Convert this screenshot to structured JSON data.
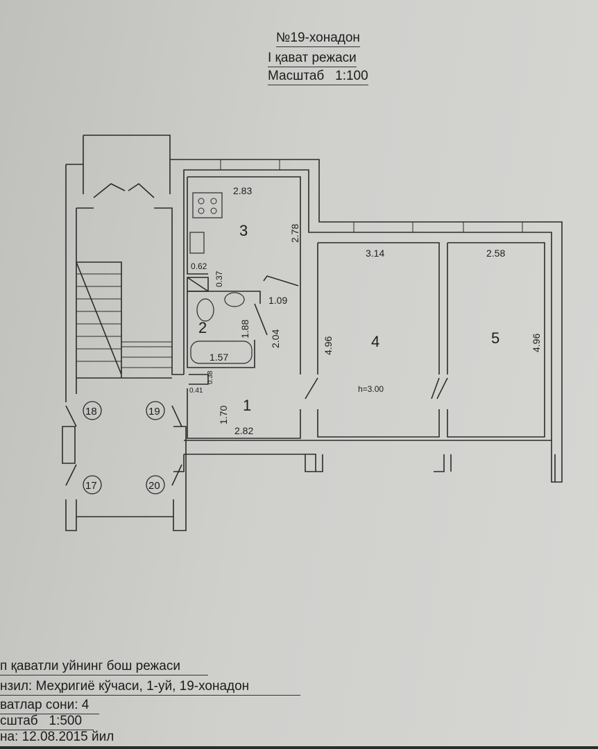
{
  "header": {
    "line1": "№19-хонадон",
    "line2": "I қават режаси",
    "line3_label": "Масштаб",
    "line3_value": "1:100"
  },
  "rooms": [
    {
      "number": "3",
      "dims": [
        "2.83",
        "2.78"
      ]
    },
    {
      "number": "2",
      "dims": [
        "1.88",
        "2.04",
        "1.57"
      ]
    },
    {
      "number": "1",
      "dims": [
        "1.70",
        "2.82"
      ]
    },
    {
      "number": "4",
      "dims": [
        "3.14",
        "4.96"
      ],
      "height": "h=3.00"
    },
    {
      "number": "5",
      "dims": [
        "2.58",
        "4.96"
      ]
    }
  ],
  "small_dims": [
    "0.62",
    "0.37",
    "1.09",
    "0.38",
    "0.41"
  ],
  "apartment_markers": [
    "18",
    "19",
    "17",
    "20"
  ],
  "footer": {
    "line1": "п қаватли уйнинг бош режаси",
    "line2": "нзил: Меҳригиё кўчаси, 1-уй, 19-хонадон",
    "line3": "ватлар сони: 4",
    "line4": "сштаб   1:500",
    "line5": "на: 12.08.2015 йил"
  }
}
